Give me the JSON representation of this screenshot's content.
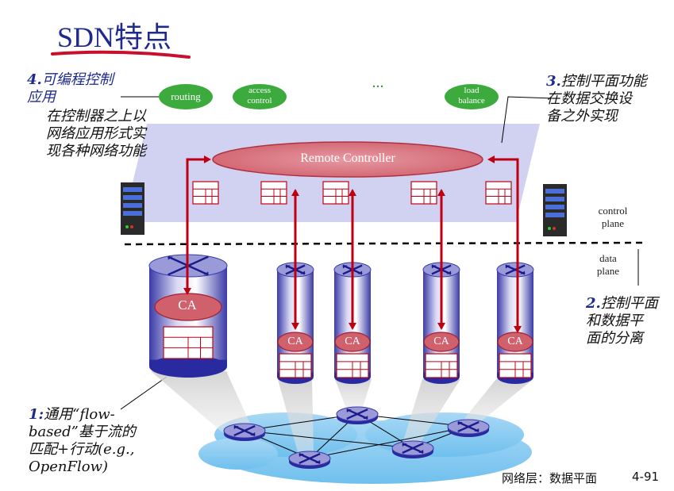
{
  "title": "SDN特点",
  "apps": [
    "routing",
    "access\ncontrol",
    "load\nbalance"
  ],
  "ellipsis": "...",
  "remote_controller": "Remote Controller",
  "ca_label": "CA",
  "control_plane": "control\nplane",
  "data_plane": "data\nplane",
  "notes": {
    "n4_num": "4.",
    "n4_head": "可编程控制\n应用",
    "n4_body": "在控制器之上以\n网络应用形式实\n现各种网络功能",
    "n3_num": "3.",
    "n3_text": "控制平面功能\n在数据交换设\n备之外实现",
    "n2_num": "2.",
    "n2_text": "控制平面\n和数据平\n面的分离",
    "n1_num": "1:",
    "n1_text": "通用“flow-\nbased”基于流的\n匹配+行动(e.g.,\nOpenFlow)"
  },
  "footer": {
    "label": "网络层：数据平面",
    "page": "4-91"
  }
}
